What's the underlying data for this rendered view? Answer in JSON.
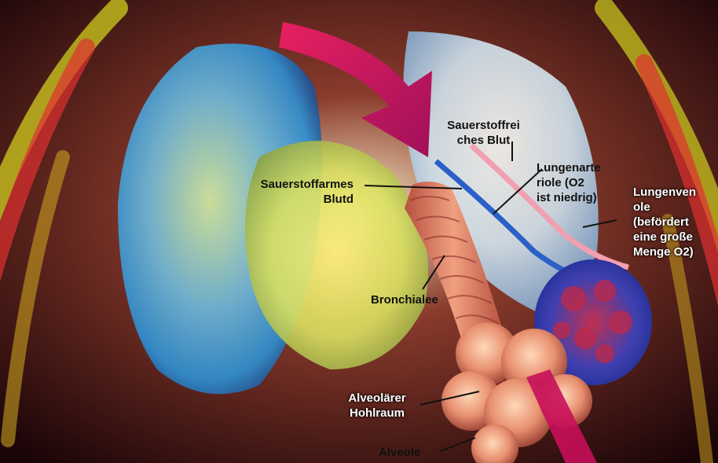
{
  "labels": {
    "sauerstoffreiches_blut": "Sauerstoffrei\nches Blut",
    "lungenarteriole": "Lungenarte\nriole (O2\nist niedrig)",
    "sauerstoffarmes_blut": "Sauerstoffarmes\nBlutd",
    "lungenvenole": "Lungenven\nole\n(befördert\neine große\nMenge O2)",
    "bronchiale": "Bronchialee",
    "alveolaerer_hohlraum": "Alveolärer\nHohlraum",
    "alveole": "Alveole"
  },
  "colors": {
    "background": "#2a0a0e",
    "leader_line": "#111111",
    "label_dark": "#111111",
    "label_light": "#ffffff",
    "flow_arrow": "#c8105a"
  }
}
